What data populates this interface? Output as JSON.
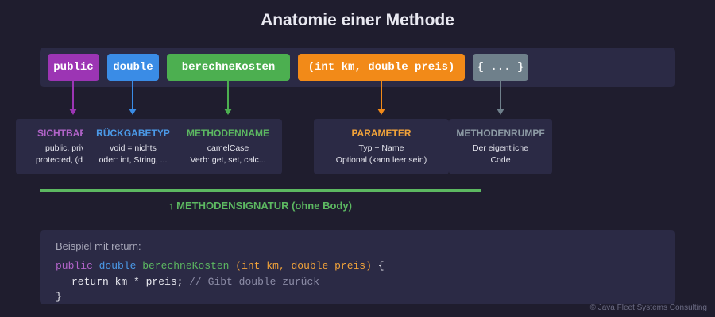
{
  "title": "Anatomie einer Methode",
  "tokens": {
    "modifier": "public",
    "return_type": "double",
    "method_name": "berechneKosten",
    "parameters": "(int km, double preis)",
    "body": "{ ... }"
  },
  "explanations": {
    "modifier": {
      "heading": "SICHTBARKEIT",
      "line1": "public, private,",
      "line2": "protected, (default)"
    },
    "return_type": {
      "heading": "RÜCKGABETYP",
      "line1": "void = nichts",
      "line2": "oder: int, String, ..."
    },
    "method_name": {
      "heading": "METHODENNAME",
      "line1": "camelCase",
      "line2": "Verb: get, set, calc..."
    },
    "parameters": {
      "heading": "PARAMETER",
      "line1": "Typ + Name",
      "line2": "Optional (kann leer sein)"
    },
    "body": {
      "heading": "METHODENRUMPF",
      "line1": "Der eigentliche",
      "line2": "Code"
    }
  },
  "signature_label": "↑ METHODENSIGNATUR (ohne Body)",
  "example": {
    "caption": "Beispiel mit return:",
    "line1": {
      "modifier": "public",
      "type": "double",
      "name": "berechneKosten",
      "params": "(int km, double preis)",
      "brace": "{"
    },
    "line2": {
      "code": "return km * preis;",
      "comment": "// Gibt double zurück"
    },
    "line3": "}"
  },
  "footer": "© Java Fleet Systems Consulting",
  "colors": {
    "background": "#1f1d2e",
    "panel": "#2b2a45",
    "modifier": "#9c35b4",
    "return_type": "#3a8ce6",
    "method_name": "#4caf50",
    "parameters": "#f28a18",
    "body": "#6f808b",
    "signature": "#5cb861"
  }
}
